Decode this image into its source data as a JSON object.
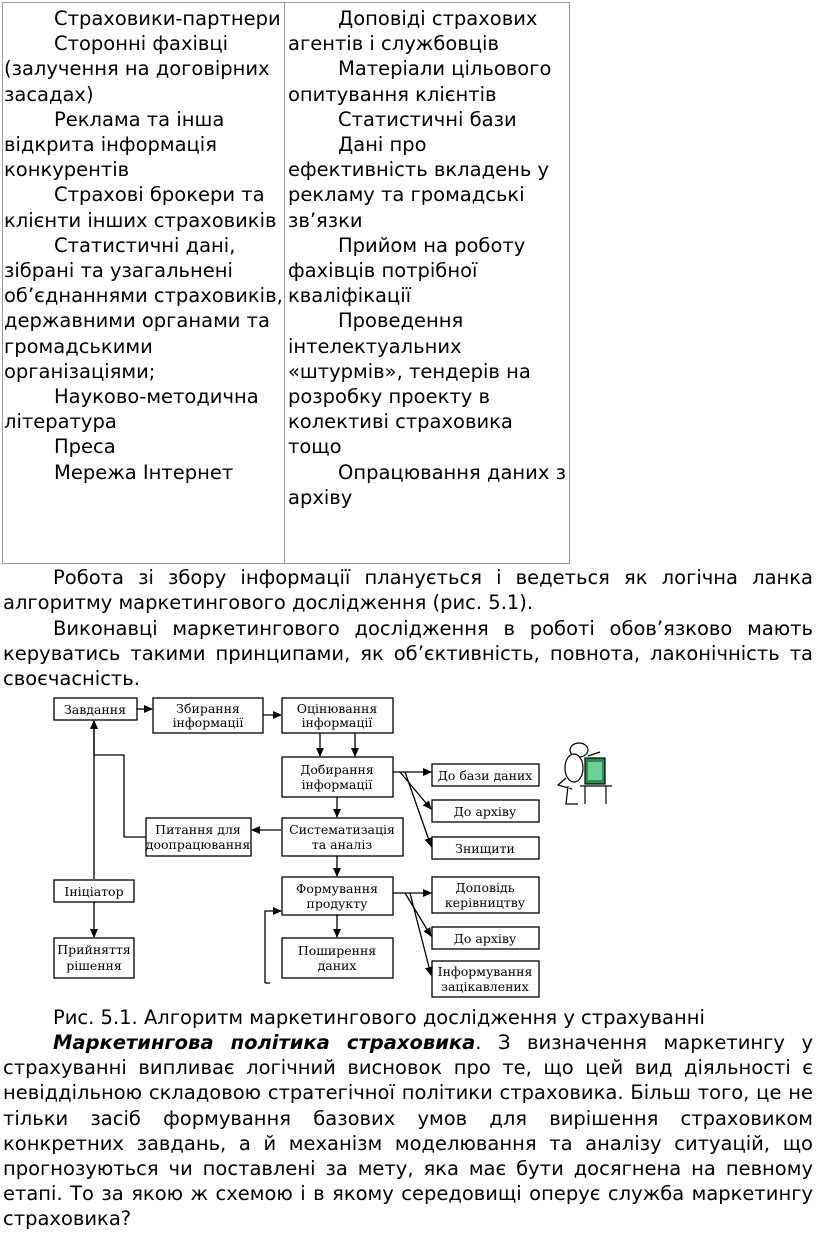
{
  "table": {
    "left_items": [
      "Страховики-партнери",
      "Сторонні фахівці (залучення на договірних засадах)",
      "Реклама та інша відкрита інформація конкурентів",
      "Страхові брокери та клієнти інших страховиків",
      "Статистичні дані, зібрані та узагальнені об’єднаннями страховиків, державними органами та громадськими організаціями;",
      "Науково-методична література",
      "Преса",
      "Мережа Інтернет"
    ],
    "right_items": [
      "Доповіді страхових агентів і службовців",
      "Матеріали цільового опитування клієнтів",
      "Статистичні бази",
      "Дані про ефективність вкладень у рекламу та громадські зв’язки",
      "Прийом на роботу фахівців потрібної кваліфікації",
      "Проведення інтелектуальних «штурмів», тендерів на розробку проекту в колективі страховика тощо",
      "Опрацювання даних з архіву"
    ]
  },
  "paragraphs": {
    "p1": "Робота зі збору інформації планується і ведеться як логічна ланка алгоритму маркетингового дослідження (рис. 5.1).",
    "p2": "Виконавці маркетингового дослідження в роботі обов’язково мають керуватись такими принципами, як об’єктивність, повнота, лаконічність та своєчасність.",
    "p3_bold": "Маркетингова політика страховика",
    "p3_rest": ". З визначення маркетингу у страхуванні випливає логічний висновок про те, що цей вид діяльності є невіддільною складовою стратегічної політики страховика. Більш того, це не тільки засіб формування базових умов для вирішення страховиком конкретних завдань, а й механізм моделювання та аналізу ситуацій, що прогнозуються чи поставлені за мету, яка має бути досягнена на певному етапі. То за якою ж схемою і в якому середовищі оперує служба маркетингу страховика?"
  },
  "figure": {
    "caption": "Рис. 5.1. Алгоритм маркетингового дослідження у страхуванні",
    "boxes": {
      "task": "Завдання",
      "collect": [
        "Збирання",
        "інформації"
      ],
      "evaluate": [
        "Оцінювання",
        "інформації"
      ],
      "select": [
        "Добирання",
        "інформації"
      ],
      "systematize": [
        "Систематизація",
        "та аналіз"
      ],
      "form": [
        "Формування",
        "продукту"
      ],
      "spread": [
        "Поширення",
        "даних"
      ],
      "question": [
        "Питання для",
        "доопрацювання"
      ],
      "initiator": "Ініціатор",
      "decision": [
        "Прийняття",
        "рішення"
      ],
      "to_db": "До бази даних",
      "to_archive1": "До архіву",
      "destroy": "Знищити",
      "report": [
        "Доповідь",
        "керівництву"
      ],
      "to_archive2": "До архіву",
      "inform": [
        "Інформування",
        "зацікавлених"
      ]
    }
  }
}
